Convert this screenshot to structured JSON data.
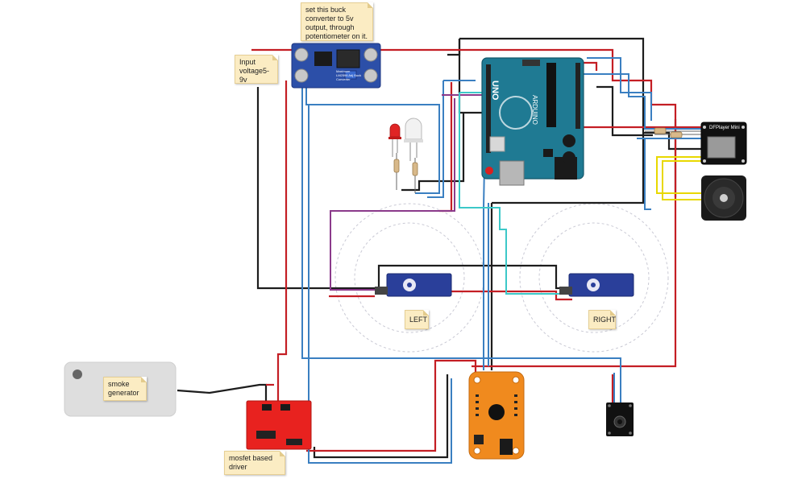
{
  "notes": {
    "buck_note": "set this buck converter to 5v output, through potentiometer on it.",
    "input_voltage": "Input voltage5-9v",
    "left_label": "LEFT",
    "right_label": "RIGHT",
    "smoke_generator": "smoke generator",
    "mosfet_driver": "mosfet based driver"
  },
  "board_labels": {
    "arduino_model": "UNO",
    "arduino_brand": "ARDUINO",
    "dfplayer": "DFPlayer Mini",
    "buck_text": "Maximum LM2596 Adj Buck Converter"
  },
  "colors": {
    "wire_red": "#c41e24",
    "wire_black": "#1d1d1d",
    "wire_blue": "#3a7fc1",
    "wire_purple": "#8b3a8b",
    "wire_cyan": "#3cc8c8",
    "wire_yellow": "#e8d800",
    "arduino": "#1f7a93",
    "servo": "#2a3f9a",
    "voice_module": "#f08a1e",
    "mosfet_board": "#e8221f",
    "buck_board": "#2c4fa8"
  }
}
